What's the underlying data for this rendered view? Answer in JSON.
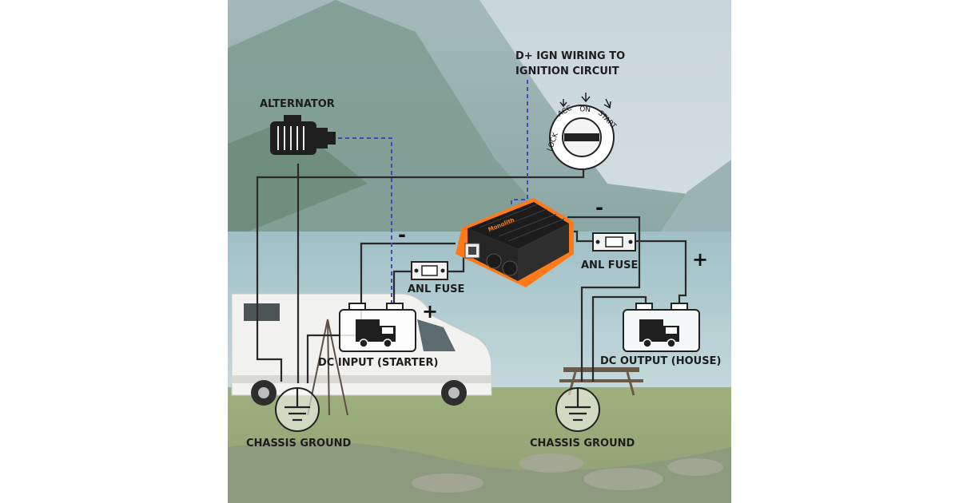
{
  "labels": {
    "alternator": "ALTERNATOR",
    "dplus_line1": "D+ IGN WIRING TO",
    "dplus_line2": "IGNITION CIRCUIT",
    "anl_fuse_input": "ANL FUSE",
    "anl_fuse_output": "ANL FUSE",
    "dc_input": "DC INPUT (STARTER)",
    "dc_output": "DC OUTPUT (HOUSE)",
    "chassis_ground_left": "CHASSIS GROUND",
    "chassis_ground_right": "CHASSIS GROUND"
  },
  "signs": {
    "input_negative": "-",
    "input_positive": "+",
    "output_negative": "-",
    "output_positive": "+"
  },
  "ignition": {
    "lock": "LOCK",
    "acc": "ACC",
    "on": "ON",
    "start": "START"
  },
  "charger": {
    "brand": "Monolith"
  },
  "colors": {
    "wire": "#2a2a2a",
    "ignition_wire": "#4a46b8",
    "charger_accent": "#ff7a1a",
    "charger_body": "#1c1c1c"
  }
}
